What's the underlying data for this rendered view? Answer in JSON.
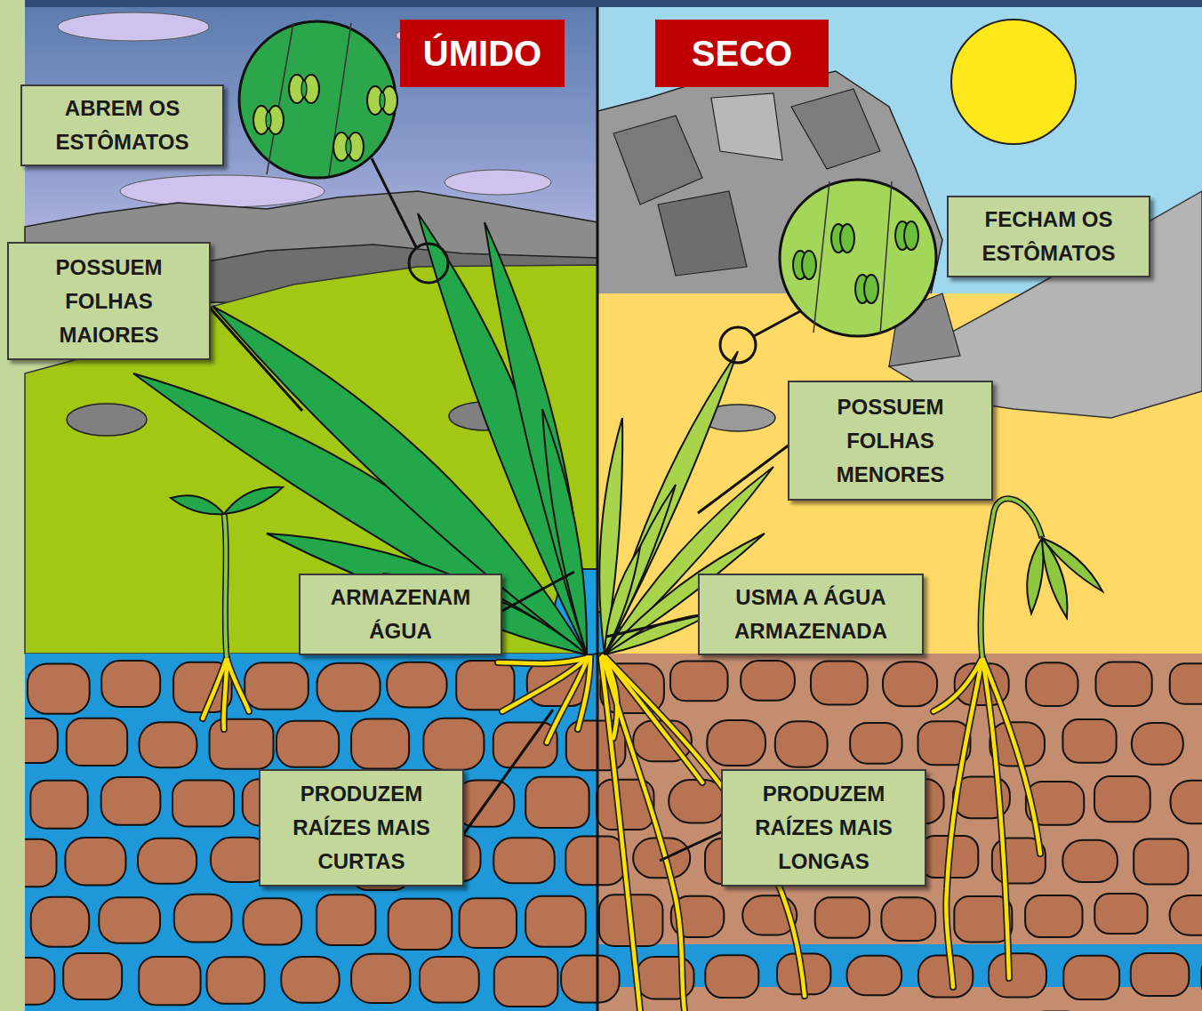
{
  "diagram": {
    "nodes": [
      {
        "text": [
          "ÚMIDO"
        ]
      },
      {
        "text": [
          "SECO"
        ]
      },
      {
        "text": [
          "ABREM OS ESTÔMATOS"
        ]
      },
      {
        "text": [
          "FECHAM OS ESTÔMATOS"
        ]
      },
      {
        "text": [
          "POSSUEM FOLHAS MAIORES"
        ]
      },
      {
        "text": [
          "POSSUEM FOLHAS MENORES"
        ]
      },
      {
        "text": [
          "ARMAZENAM ÁGUA"
        ]
      },
      {
        "text": [
          "USMA A ÁGUA ARMAZENADA"
        ]
      },
      {
        "text": [
          "PRODUZEM RAÍZES MAIS CURTAS"
        ]
      },
      {
        "text": [
          "PRODUZEM RAÍZES MAIS LONGAS"
        ]
      }
    ]
  }
}
